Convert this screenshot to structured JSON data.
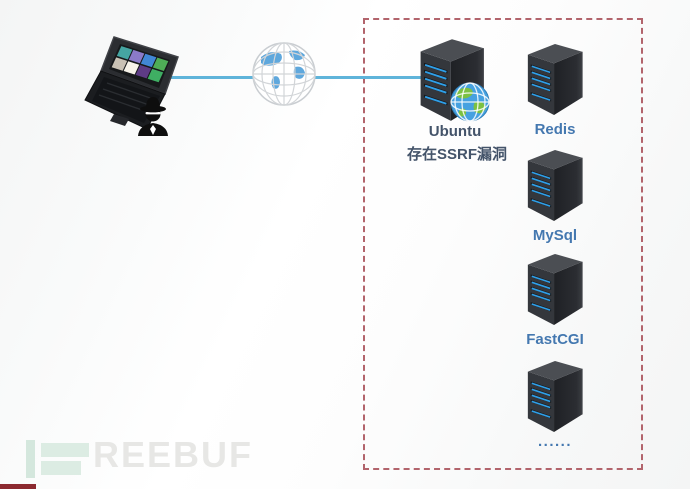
{
  "diagram": {
    "attacker": {
      "icon": "laptop-with-hacker",
      "description_icons": [
        "laptop-icon",
        "spy-icon"
      ]
    },
    "internet": {
      "icon": "wireframe-globe-icon"
    },
    "gateway": {
      "title": "Ubuntu",
      "subtitle": "存在SSRF漏洞",
      "icon": "server-tower-icon",
      "badge_icon": "web-globe-icon"
    },
    "internal_servers": [
      {
        "label": "Redis",
        "icon": "server-tower-icon"
      },
      {
        "label": "MySql",
        "icon": "server-tower-icon"
      },
      {
        "label": "FastCGI",
        "icon": "server-tower-icon"
      },
      {
        "label": "......",
        "icon": "server-tower-icon"
      }
    ]
  },
  "watermark": {
    "text": "REEBUF",
    "logo_icon": "freebuf-f-logo"
  },
  "colors": {
    "connection_line": "#5fb4da",
    "zone_border": "#b2646c",
    "gateway_label": "#44546a",
    "server_label": "#4478b0",
    "server_stripe": "#2f9fe8",
    "watermark_green": "#d4e7dd",
    "watermark_gray": "#e7e7e5",
    "watermark_accent": "#8c2a30"
  }
}
